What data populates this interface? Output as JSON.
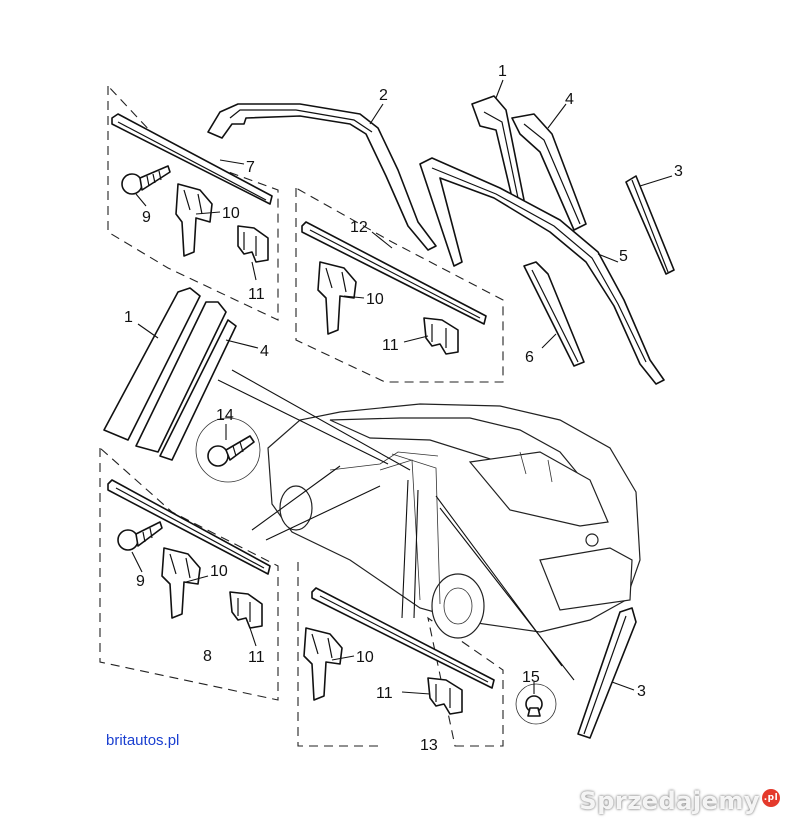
{
  "callouts": {
    "c1_top": "1",
    "c2": "2",
    "c3_top": "3",
    "c4_top": "4",
    "c5": "5",
    "c6": "6",
    "c7": "7",
    "c9_top": "9",
    "c10_top": "10",
    "c11_top": "11",
    "c12": "12",
    "c10_mid": "10",
    "c11_mid": "11",
    "c1_left": "1",
    "c4_left": "4",
    "c14": "14",
    "c9_bot": "9",
    "c10_bot": "10",
    "c8": "8",
    "c11_bot": "11",
    "c10_b13": "10",
    "c11_b13": "11",
    "c13": "13",
    "c15": "15",
    "c3_bot": "3"
  },
  "site_link": "britautos.pl",
  "watermark": {
    "text": "Sprzedajemy",
    "badge": ".pl"
  }
}
